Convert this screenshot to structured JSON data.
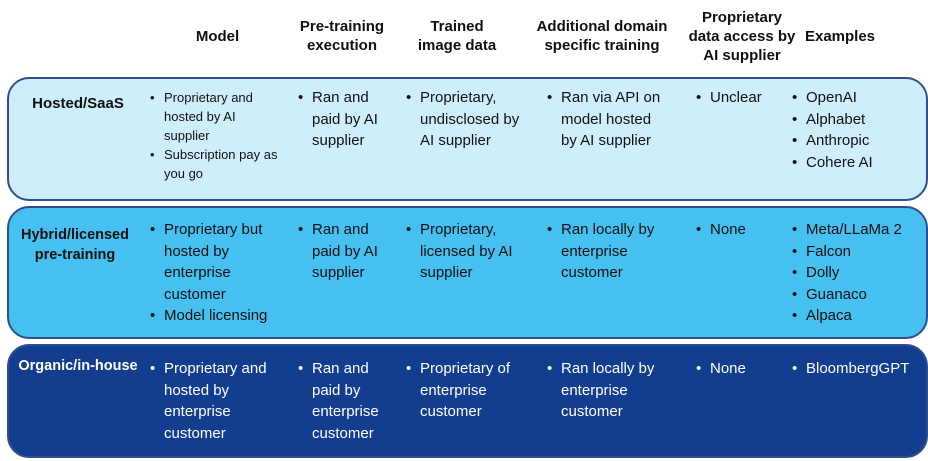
{
  "headers": {
    "model": "Model",
    "pretraining": "Pre-training\nexecution",
    "trained": "Trained\nimage data",
    "additional": "Additional domain\nspecific training",
    "proprietary": "Proprietary\ndata access by\nAI supplier",
    "examples": "Examples"
  },
  "rows": [
    {
      "label": "Hosted/SaaS",
      "model": [
        "Proprietary and hosted by AI supplier",
        "Subscription pay as you go"
      ],
      "pretraining": [
        "Ran and paid by AI supplier"
      ],
      "trained": [
        "Proprietary, undisclosed by AI supplier"
      ],
      "additional": [
        "Ran via API on model hosted by AI supplier"
      ],
      "proprietary": [
        "Unclear"
      ],
      "examples": [
        "OpenAI",
        "Alphabet",
        "Anthropic",
        "Cohere AI"
      ]
    },
    {
      "label": "Hybrid/licensed\npre-training",
      "model": [
        "Proprietary but hosted by enterprise customer",
        "Model  licensing"
      ],
      "pretraining": [
        "Ran and paid by AI supplier"
      ],
      "trained": [
        "Proprietary, licensed by AI supplier"
      ],
      "additional": [
        "Ran locally by enterprise customer"
      ],
      "proprietary": [
        "None"
      ],
      "examples": [
        "Meta/LLaMa 2",
        "Falcon",
        "Dolly",
        "Guanaco",
        "Alpaca"
      ]
    },
    {
      "label": "Organic/in-house",
      "model": [
        "Proprietary and hosted by enterprise customer"
      ],
      "pretraining": [
        "Ran and paid by enterprise customer"
      ],
      "trained": [
        "Proprietary of enterprise customer"
      ],
      "additional": [
        "Ran locally by enterprise customer"
      ],
      "proprietary": [
        "None"
      ],
      "examples": [
        "BloombergGPT"
      ]
    }
  ],
  "colors": {
    "row1_fill": "#cfeefc",
    "row2_fill": "#45c0f0",
    "row3_fill": "#133d8e",
    "border": "#2f4f8a"
  }
}
